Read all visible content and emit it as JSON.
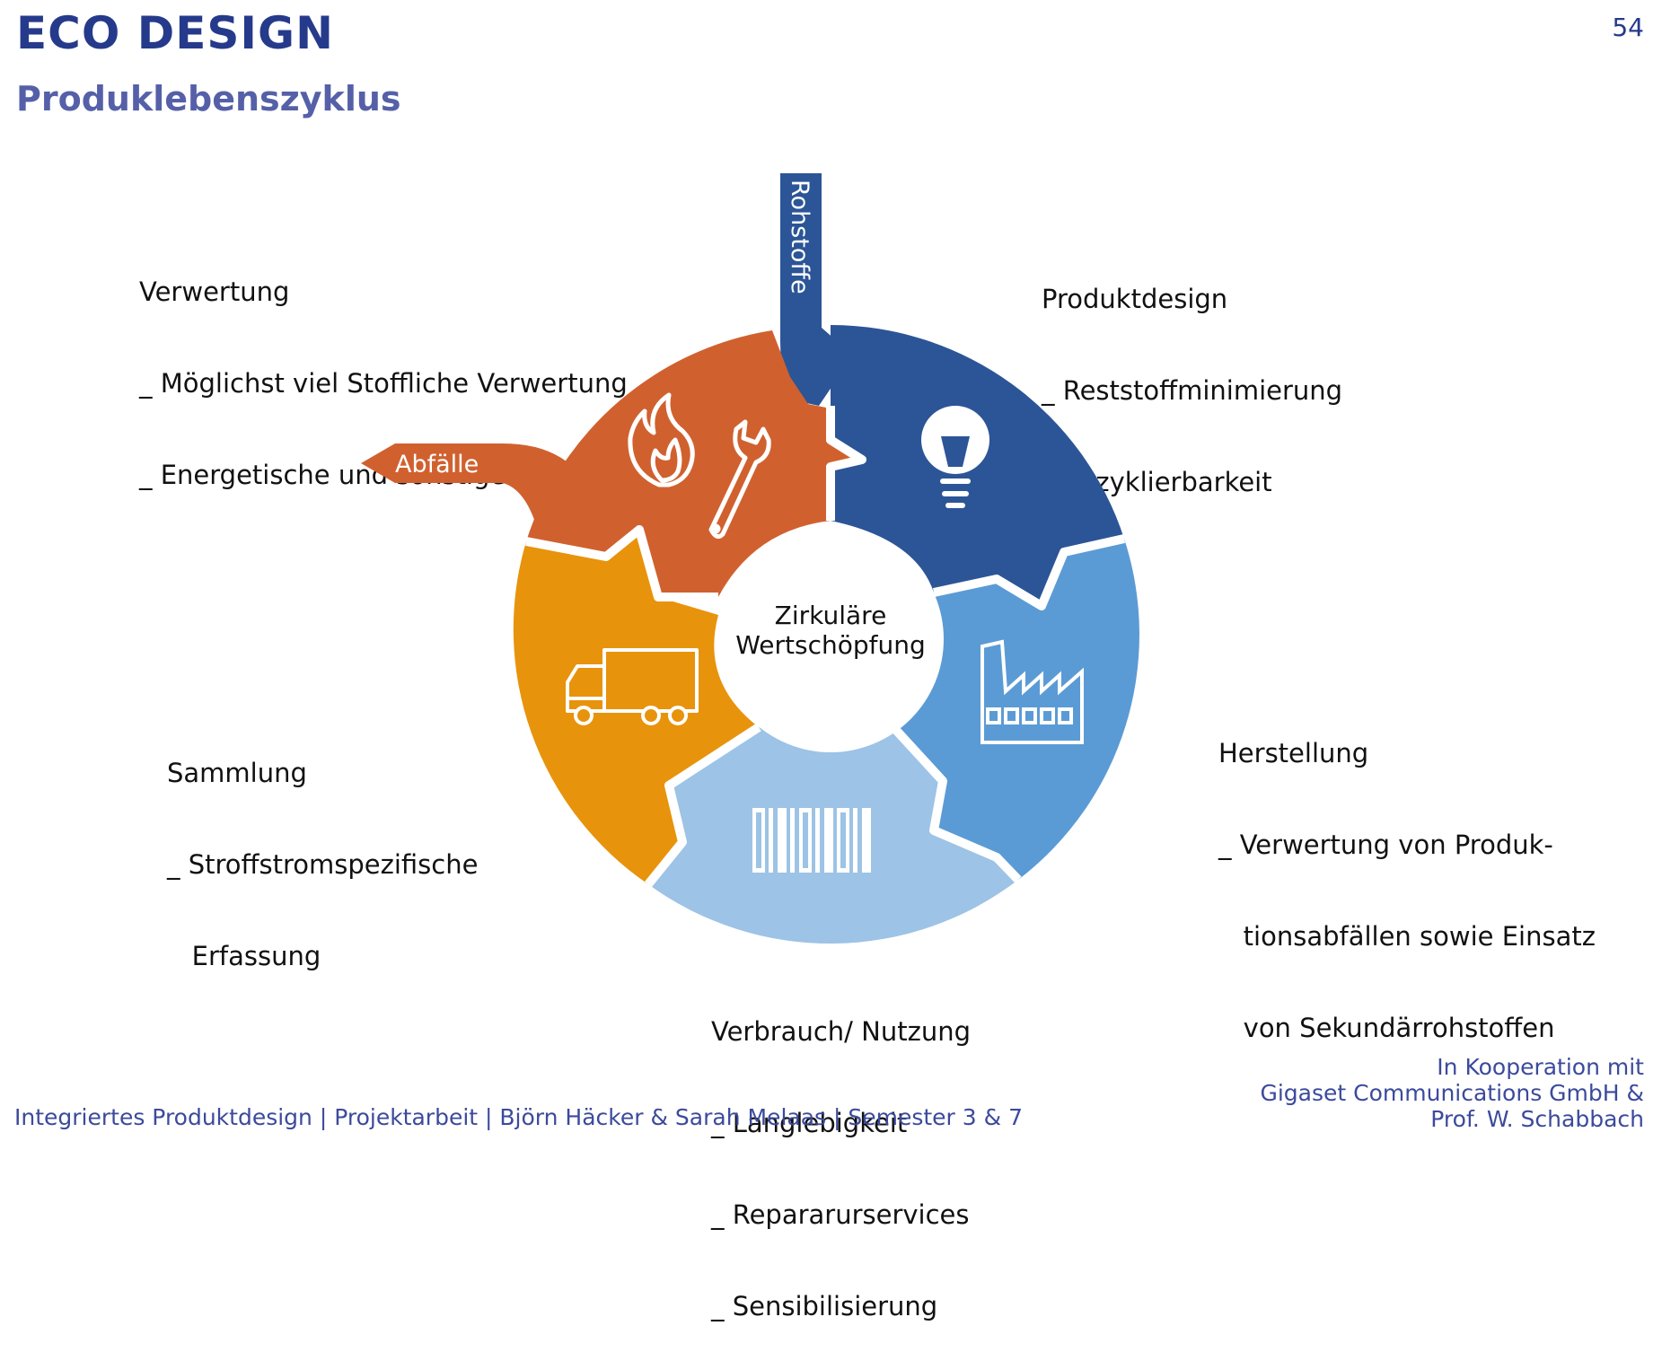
{
  "header": {
    "title": "ECO DESIGN",
    "subtitle": "Produklebenszyklus",
    "page_number": "54"
  },
  "diagram": {
    "center_label_line1": "Zirkuläre",
    "center_label_line2": "Wertschöpfung",
    "input_label": "Rohstoffe",
    "output_label": "Abfälle",
    "colors": {
      "produktdesign": "#2c5597",
      "herstellung": "#5b9bd5",
      "nutzung": "#9dc3e6",
      "sammlung": "#e8930c",
      "verwertung": "#d0612f",
      "rohstoffe": "#2c5597"
    },
    "icons": {
      "produktdesign": "lightbulb-icon",
      "herstellung": "factory-icon",
      "nutzung": "barcode-icon",
      "sammlung": "truck-icon",
      "verwertung": "flame-and-wrench-icon"
    }
  },
  "stages": {
    "verwertung": {
      "title": "Verwertung",
      "lines": [
        "_ Möglichst viel Stoffliche Verwertung",
        "_ Energetische und sonstige Verwertung"
      ]
    },
    "produktdesign": {
      "title": "Produktdesign",
      "lines": [
        "_ Reststoffminimierung",
        "_ Rezyklierbarkeit"
      ]
    },
    "herstellung": {
      "title": "Herstellung",
      "lines": [
        "_ Verwertung von Produk-",
        "   tionsabfällen sowie Einsatz",
        "   von Sekundärrohstoffen"
      ]
    },
    "sammlung": {
      "title": "Sammlung",
      "lines": [
        "_ Stroffstromspezifische",
        "   Erfassung"
      ]
    },
    "nutzung": {
      "title": "Verbrauch/ Nutzung",
      "lines": [
        "_ Langlebigkeit",
        "_ Repararurservices",
        "_ Sensibilisierung"
      ]
    }
  },
  "footer": {
    "left": "Integriertes Produktdesign | Projektarbeit | Björn Häcker & Sarah Melaas | Semester 3 & 7",
    "right_line1": "In Kooperation mit",
    "right_line2": "Gigaset Communications GmbH &",
    "right_line3": "Prof. W. Schabbach"
  }
}
